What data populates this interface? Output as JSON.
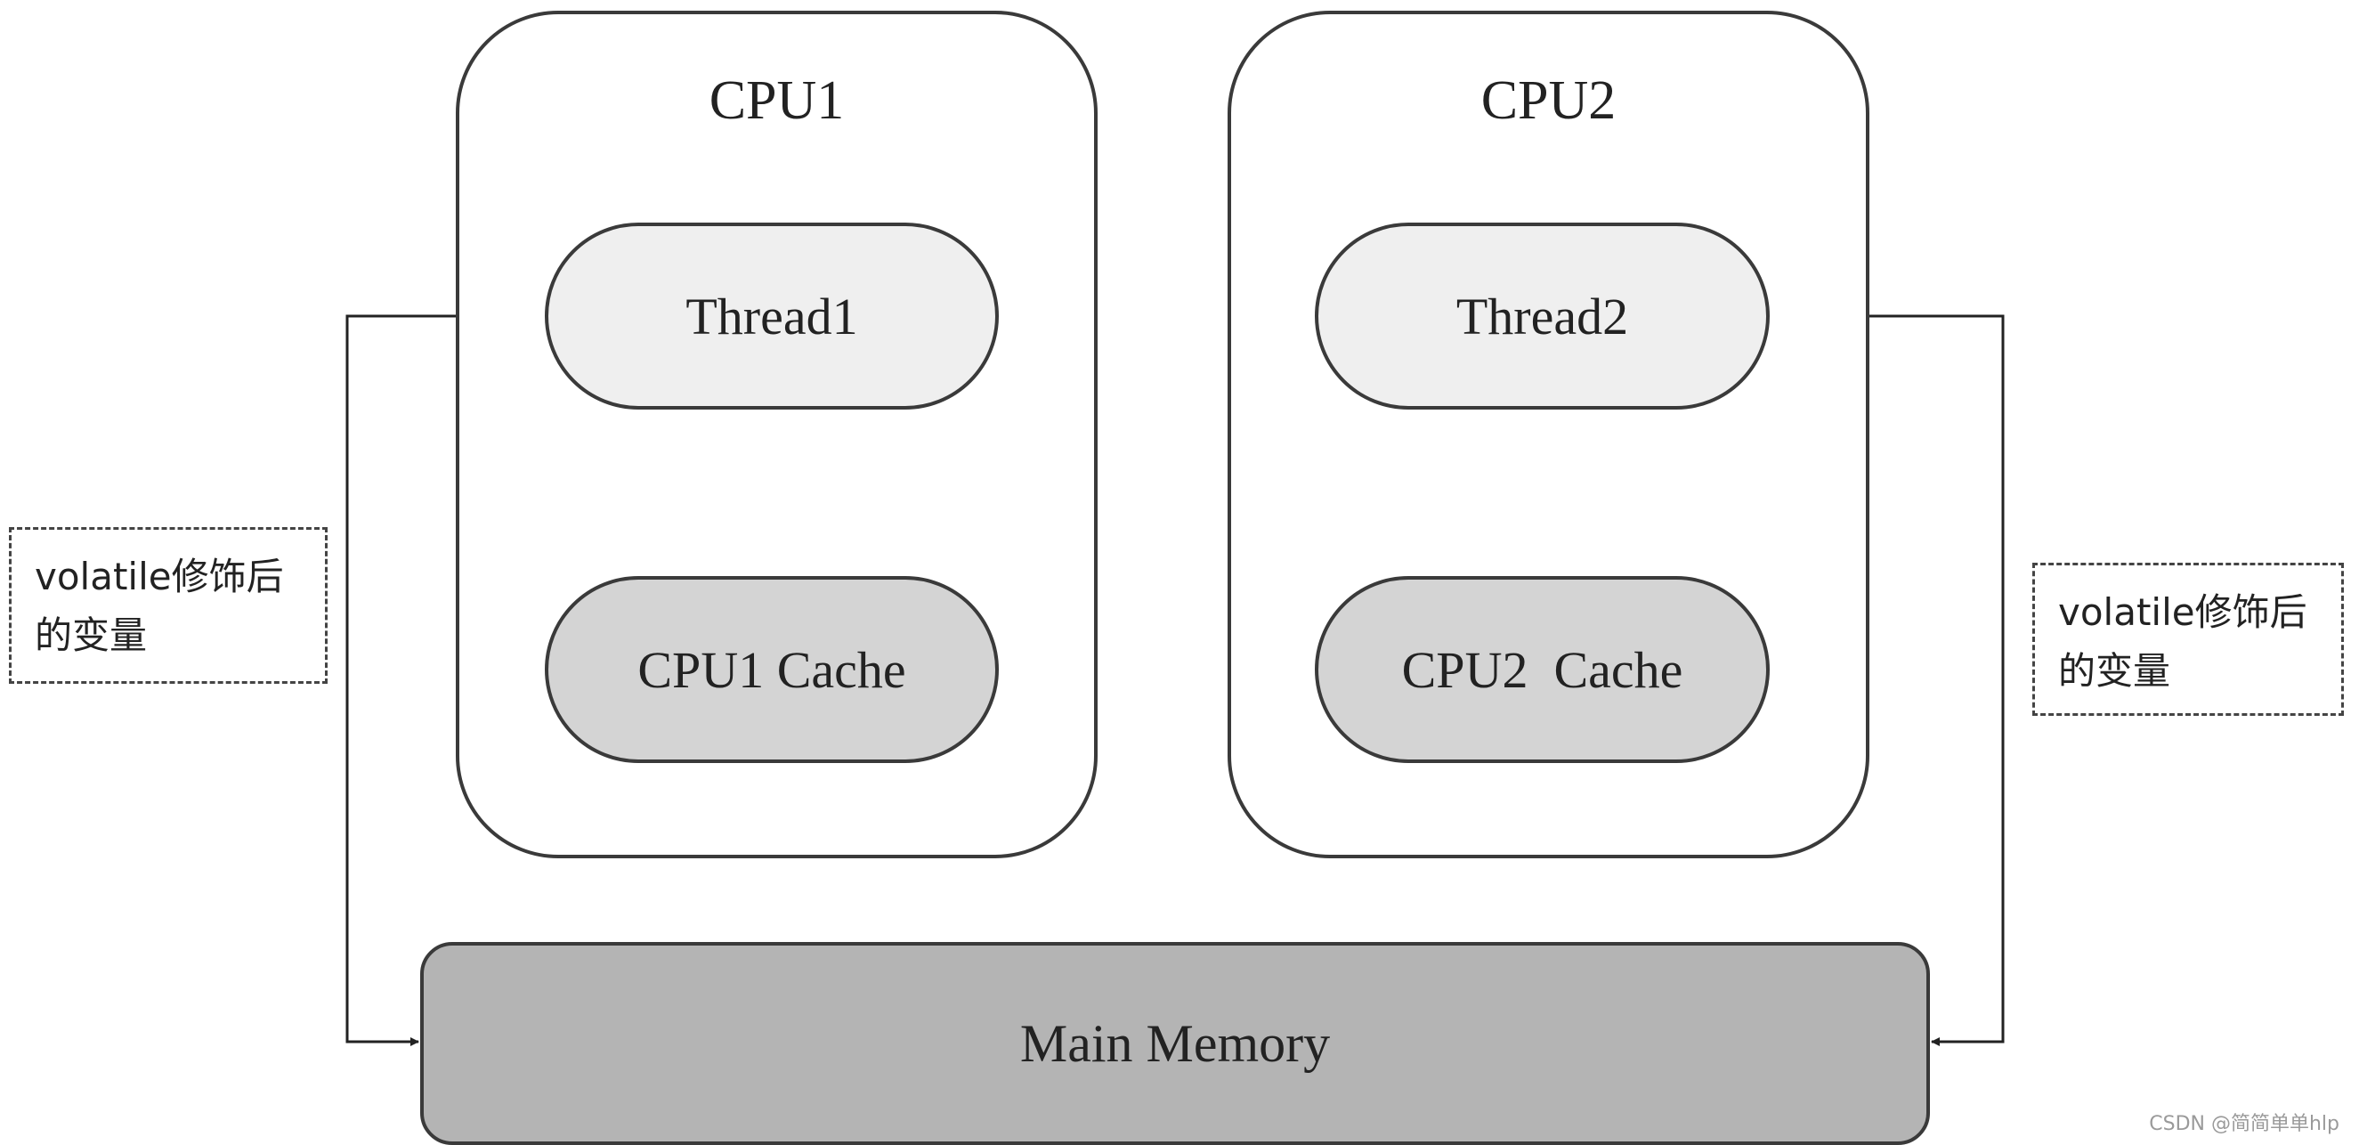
{
  "cpus": [
    {
      "title": "CPU1",
      "thread": "Thread1",
      "cache": "CPU1 Cache"
    },
    {
      "title": "CPU2",
      "thread": "Thread2",
      "cache": "CPU2  Cache"
    }
  ],
  "memory": {
    "label": "Main Memory"
  },
  "notes": {
    "left": "volatile修饰后的变量",
    "right": "volatile修饰后的变量"
  },
  "watermark": "CSDN @简简单单hlp",
  "colors": {
    "stroke": "#3a3a3a",
    "thread_fill": "#efefef",
    "cache_fill": "#d4d4d4",
    "memory_fill": "#b4b4b4"
  }
}
